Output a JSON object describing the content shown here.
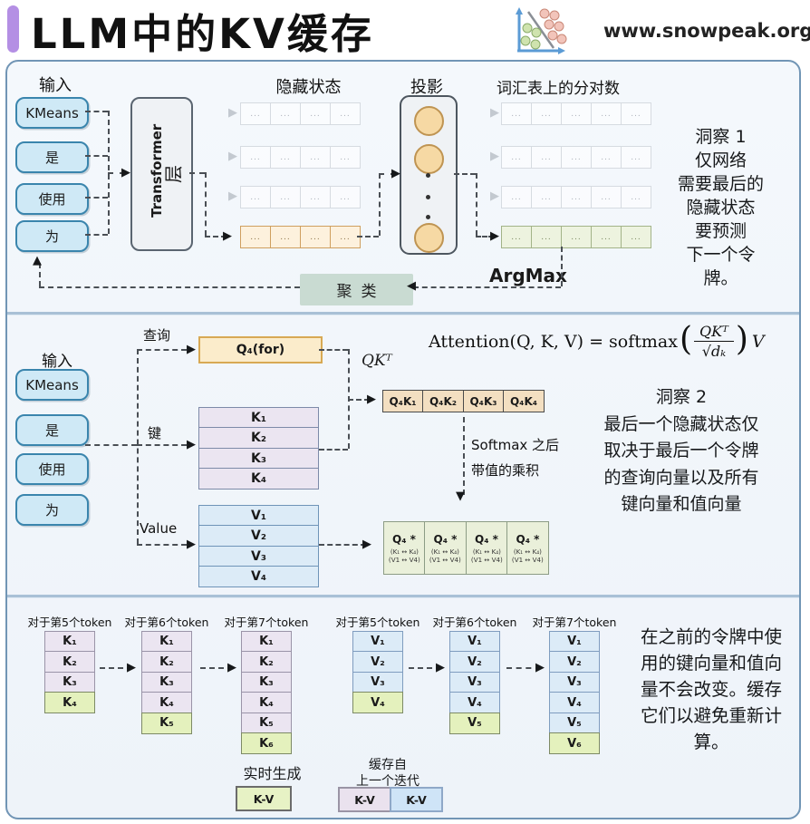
{
  "palette": {
    "accent": "#b48fe4",
    "token-bg": "#cfe9f6",
    "token-bd": "#3a85ad",
    "orange-bg": "#fdf1dd",
    "orange-bd": "#cf9f5f",
    "green-bg": "#edf3df",
    "green-bd": "#a2b388",
    "k-bg": "#ebe5f1",
    "v-bg": "#dcebf7",
    "q-bg": "#fbeccb",
    "q-bd": "#d8a954",
    "new-bg": "#e4f1bd",
    "cluster-bg": "#c9dbd2"
  },
  "header": {
    "title": "LLM中的KV缓存",
    "site": "www.snowpeak.org",
    "logo": "scatter-plot-icon"
  },
  "section1": {
    "input_label": "输入",
    "tokens": [
      "KMeans",
      "是",
      "使用",
      "为"
    ],
    "transformer_label": "Transformer",
    "layer_label": "层",
    "hidden_label": "隐藏状态",
    "hidden_rows": {
      "rows": 4,
      "cols": 4,
      "cell": "...",
      "active_row": 4,
      "active_style": "act-orange"
    },
    "projection_label": "投影",
    "logits_label": "词汇表上的分对数",
    "logits_rows": {
      "rows": 4,
      "cols": 5,
      "cell": "...",
      "active_row": 4,
      "active_style": "act-green"
    },
    "argmax_label": "ArgMax",
    "cluster_label": "聚类",
    "insight1_lines": [
      "洞察 1",
      "仅网络",
      "需要最后的",
      "隐藏状态",
      "要预测",
      "下一个令",
      "牌。"
    ]
  },
  "section2": {
    "input_label": "输入",
    "tokens": [
      "KMeans",
      "是",
      "使用",
      "为"
    ],
    "query_label": "查询",
    "key_label": "键",
    "value_label": "Value",
    "q_box": "Q₄(for)",
    "k_stack": [
      "K₁",
      "K₂",
      "K₃",
      "K₄"
    ],
    "v_stack": [
      "V₁",
      "V₂",
      "V₃",
      "V₄"
    ],
    "qkt_label": "QKᵀ",
    "qk_cells": [
      "Q₄K₁",
      "Q₄K₂",
      "Q₄K₃",
      "Q₄K₄"
    ],
    "softmax_lines": [
      "Softmax 之后",
      "带值的乘积"
    ],
    "result_cells": [
      {
        "head": "Q₄ *",
        "k": "(K₁ ↔ K₄)",
        "v": "(V1 ↔ V4)"
      },
      {
        "head": "Q₄ *",
        "k": "(K₁ ↔ K₄)",
        "v": "(V1 ↔ V4)"
      },
      {
        "head": "Q₄ *",
        "k": "(K₁ ↔ K₄)",
        "v": "(V1 ↔ V4)"
      },
      {
        "head": "Q₄ *",
        "k": "(K₁ ↔ K₄)",
        "v": "(V1 ↔ V4)"
      }
    ],
    "formula": {
      "lhs": "Attention(Q, K, V) = softmax",
      "paren_open": "(",
      "num": "QKᵀ",
      "den": "√dₖ",
      "paren_close": ")",
      "rhs": "V"
    },
    "insight2_lines": [
      "洞察 2",
      "最后一个隐藏状态仅",
      "取决于最后一个令牌",
      "的查询向量以及所有",
      "键向量和值向量"
    ]
  },
  "section3": {
    "k_columns": [
      {
        "header": "对于第5个token",
        "cached": [
          "K₁",
          "K₂",
          "K₃"
        ],
        "new": "K₄"
      },
      {
        "header": "对于第6个token",
        "cached": [
          "K₁",
          "K₂",
          "K₃",
          "K₄"
        ],
        "new": "K₅"
      },
      {
        "header": "对于第7个token",
        "cached": [
          "K₁",
          "K₂",
          "K₃",
          "K₄",
          "K₅"
        ],
        "new": "K₆"
      }
    ],
    "v_columns": [
      {
        "header": "对于第5个token",
        "cached": [
          "V₁",
          "V₂",
          "V₃"
        ],
        "new": "V₄"
      },
      {
        "header": "对于第6个token",
        "cached": [
          "V₁",
          "V₂",
          "V₃",
          "V₄"
        ],
        "new": "V₅"
      },
      {
        "header": "对于第7个token",
        "cached": [
          "V₁",
          "V₂",
          "V₃",
          "V₄",
          "V₅"
        ],
        "new": "V₆"
      }
    ],
    "note_lines": [
      "在之前的令牌中使",
      "用的键向量和值向",
      "量不会改变。缓存",
      "它们以避免重新计",
      "算。"
    ],
    "legend": {
      "realtime_label": "实时生成",
      "realtime_box": "K-V",
      "cached_line1": "缓存自",
      "cached_line2": "上一个迭代",
      "cached_box_key": "K-V",
      "cached_box_value": "K-V"
    }
  }
}
